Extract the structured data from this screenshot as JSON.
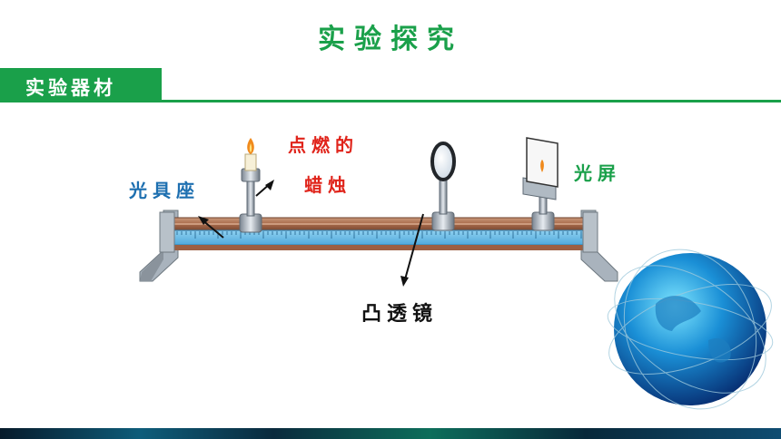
{
  "title": "实验探究",
  "section": "实验器材",
  "labels": {
    "bench": "光具座",
    "candle_line1": "点燃的",
    "candle_line2": "蜡烛",
    "screen": "光屏",
    "lens": "凸透镜"
  },
  "colors": {
    "green": "#1aa04a",
    "blue": "#1d6fb0",
    "red": "#e0241b",
    "black": "#111111"
  }
}
